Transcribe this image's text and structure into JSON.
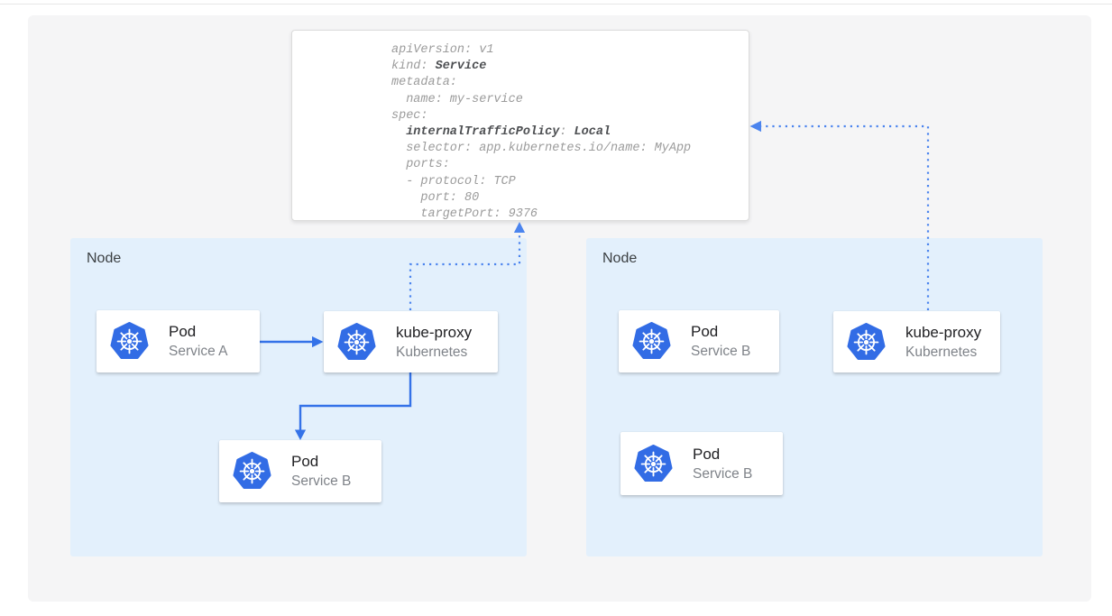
{
  "yaml_box": {
    "lines": [
      {
        "segments": [
          {
            "t": "apiVersion: v1",
            "b": false
          }
        ]
      },
      {
        "segments": [
          {
            "t": "kind: ",
            "b": false
          },
          {
            "t": "Service",
            "b": true
          }
        ]
      },
      {
        "segments": [
          {
            "t": "metadata:",
            "b": false
          }
        ]
      },
      {
        "segments": [
          {
            "t": "  name: my-service",
            "b": false
          }
        ]
      },
      {
        "segments": [
          {
            "t": "spec:",
            "b": false
          }
        ]
      },
      {
        "segments": [
          {
            "t": "  ",
            "b": false
          },
          {
            "t": "internalTrafficPolicy",
            "b": true
          },
          {
            "t": ": ",
            "b": false
          },
          {
            "t": "Local",
            "b": true
          }
        ]
      },
      {
        "segments": [
          {
            "t": "  selector: app.kubernetes.io/name: MyApp",
            "b": false
          }
        ]
      },
      {
        "segments": [
          {
            "t": "  ports:",
            "b": false
          }
        ]
      },
      {
        "segments": [
          {
            "t": "  - protocol: TCP",
            "b": false
          }
        ]
      },
      {
        "segments": [
          {
            "t": "    port: 80",
            "b": false
          }
        ]
      },
      {
        "segments": [
          {
            "t": "    targetPort: 9376",
            "b": false
          }
        ]
      }
    ]
  },
  "nodes": [
    {
      "label": "Node",
      "cards": [
        {
          "title": "Pod",
          "subtitle": "Service A",
          "icon": "kubernetes-helm"
        },
        {
          "title": "kube-proxy",
          "subtitle": "Kubernetes",
          "icon": "kubernetes-helm"
        },
        {
          "title": "Pod",
          "subtitle": "Service B",
          "icon": "kubernetes-helm"
        }
      ]
    },
    {
      "label": "Node",
      "cards": [
        {
          "title": "Pod",
          "subtitle": "Service B",
          "icon": "kubernetes-helm"
        },
        {
          "title": "kube-proxy",
          "subtitle": "Kubernetes",
          "icon": "kubernetes-helm"
        },
        {
          "title": "Pod",
          "subtitle": "Service B",
          "icon": "kubernetes-helm"
        }
      ]
    }
  ],
  "colors": {
    "node_bg": "#e3f0fc",
    "panel_bg": "#f5f5f6",
    "arrow_solid": "#3472e8",
    "arrow_dotted": "#4b84ee",
    "kubernetes_blue": "#326ce5",
    "yaml_text": "#9b9b9b",
    "yaml_bold": "#4d4f52"
  }
}
